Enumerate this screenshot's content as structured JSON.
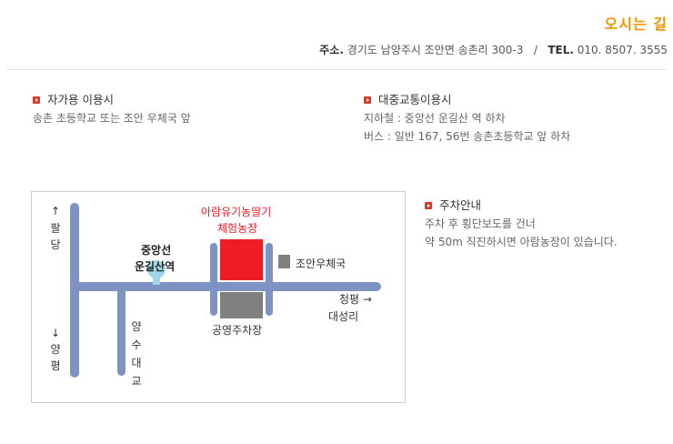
{
  "header": {
    "title": "오시는 길",
    "address_label": "주소.",
    "address": "경기도 남양주시 조안면 송촌리 300-3",
    "separator": "/",
    "tel_label": "TEL.",
    "tel": "010. 8507. 3555"
  },
  "car": {
    "heading": "자가용 이용시",
    "lines": [
      "송촌 초등학교 또는 조안 우체국 앞"
    ]
  },
  "transit": {
    "heading": "대중교통이용시",
    "lines": [
      "지하철 : 중앙선 운길산 역 하차",
      "버스 : 일반 167, 56번 송촌초등학교 앞 하차"
    ]
  },
  "parking": {
    "heading": "주차안내",
    "lines": [
      "주차 후 횡단보도를 건너",
      "약 50m 직진하시면 아람농장이 있습니다."
    ]
  },
  "map": {
    "farm_label_1": "아람유기농딸기",
    "farm_label_2": "체험농장",
    "station_line": "중앙선",
    "station_name": "운길산역",
    "post_office": "조안우체국",
    "parking_lot": "공영주차장",
    "east_1": "청평 →",
    "east_2": "대성리",
    "north_arrow": "↑",
    "north": "팔당",
    "south_arrow": "↓",
    "south": "양평",
    "bridge": "양수대교",
    "colors": {
      "road": "#7d93c3",
      "farm": "#ee1c25",
      "parking": "#808080",
      "station": "#9ed8e6",
      "accent": "#f29400",
      "bullet": "#d43c2c"
    }
  }
}
